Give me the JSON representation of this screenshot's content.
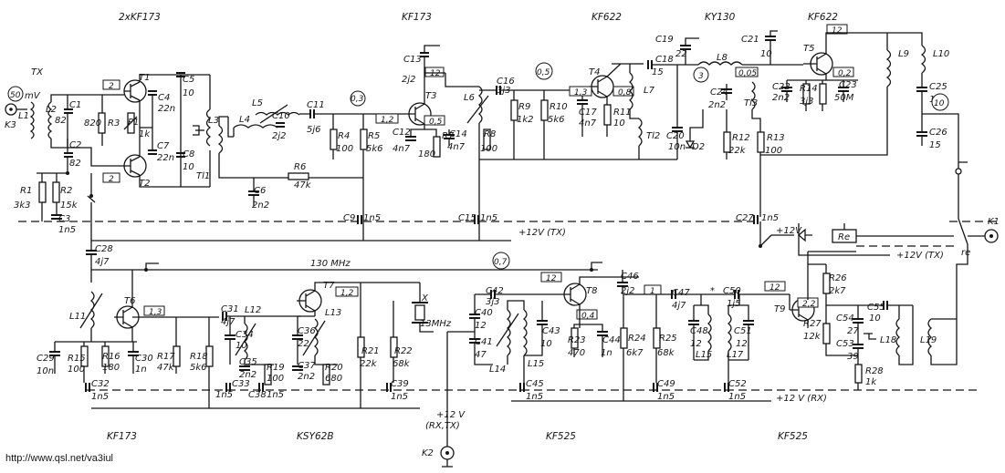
{
  "header": {
    "stage_titles": [
      "2xKF173",
      "KF173",
      "KF622",
      "KY130",
      "KF622",
      "KF173",
      "KSY62B",
      "KF525",
      "KF525"
    ]
  },
  "labels": {
    "tx": "TX",
    "mv": "mV",
    "lo_freq": "130 MHz",
    "crystal_freq": "13MHz",
    "rail_tx": "+12V (TX)",
    "rail_tx_right": "+12V (TX)",
    "rail_rx": "+12 V (RX)",
    "rail_common": "+12 V",
    "rail_common_sub": "(RX,TX)",
    "relay": "Re",
    "relay_contact": "re",
    "rail_small": "+12V"
  },
  "connectors": [
    "K1",
    "K2",
    "K3"
  ],
  "transistors": [
    "T1",
    "T2",
    "T3",
    "T4",
    "T5",
    "T6",
    "T7",
    "T8",
    "T9"
  ],
  "crystal": "X",
  "diode": "D2",
  "resistors": [
    {
      "ref": "R1",
      "value": "3k3"
    },
    {
      "ref": "R2",
      "value": "15k"
    },
    {
      "ref": "R3",
      "value": "820"
    },
    {
      "ref": "P1",
      "value": "1k"
    },
    {
      "ref": "R4",
      "value": "100"
    },
    {
      "ref": "R5",
      "value": "5k6"
    },
    {
      "ref": "R6",
      "value": "47k"
    },
    {
      "ref": "R7",
      "value": "180"
    },
    {
      "ref": "R8",
      "value": "100"
    },
    {
      "ref": "R9",
      "value": "1k2"
    },
    {
      "ref": "R10",
      "value": "5k6"
    },
    {
      "ref": "R11",
      "value": "10"
    },
    {
      "ref": "R12",
      "value": "22k"
    },
    {
      "ref": "R13",
      "value": "100"
    },
    {
      "ref": "R14",
      "value": "3j3"
    },
    {
      "ref": "R15",
      "value": "100"
    },
    {
      "ref": "R16",
      "value": "180"
    },
    {
      "ref": "R17",
      "value": "47k"
    },
    {
      "ref": "R18",
      "value": "5k6"
    },
    {
      "ref": "R19",
      "value": "100"
    },
    {
      "ref": "R20",
      "value": "680"
    },
    {
      "ref": "R21",
      "value": "22k"
    },
    {
      "ref": "R22",
      "value": "68k"
    },
    {
      "ref": "R23",
      "value": "470"
    },
    {
      "ref": "R24",
      "value": "6k7"
    },
    {
      "ref": "R25",
      "value": "68k"
    },
    {
      "ref": "R26",
      "value": "2k7"
    },
    {
      "ref": "R27",
      "value": "12k"
    },
    {
      "ref": "R28",
      "value": "1k"
    }
  ],
  "capacitors": [
    {
      "ref": "C1",
      "value": "82"
    },
    {
      "ref": "C2",
      "value": "82"
    },
    {
      "ref": "C3",
      "value": "1n5"
    },
    {
      "ref": "C4",
      "value": "22n"
    },
    {
      "ref": "C5",
      "value": "10"
    },
    {
      "ref": "C6",
      "value": "2n2"
    },
    {
      "ref": "C7",
      "value": "22n"
    },
    {
      "ref": "C8",
      "value": "10"
    },
    {
      "ref": "C9",
      "value": "1n5"
    },
    {
      "ref": "C10",
      "value": "2j2"
    },
    {
      "ref": "C11",
      "value": "5j6"
    },
    {
      "ref": "C12",
      "value": "4n7"
    },
    {
      "ref": "C13",
      "value": "2j2"
    },
    {
      "ref": "C14",
      "value": "4n7"
    },
    {
      "ref": "C15",
      "value": "1n5"
    },
    {
      "ref": "C16",
      "value": "3j3"
    },
    {
      "ref": "C17",
      "value": "4n7"
    },
    {
      "ref": "C18",
      "value": "15"
    },
    {
      "ref": "C19",
      "value": "22"
    },
    {
      "ref": "C20",
      "value": "10n"
    },
    {
      "ref": "C21",
      "value": "10"
    },
    {
      "ref": "C22",
      "value": "2n2"
    },
    {
      "ref": "C23",
      "value": "50M"
    },
    {
      "ref": "C24",
      "value": "2n2"
    },
    {
      "ref": "C25",
      "value": "18"
    },
    {
      "ref": "C26",
      "value": "15"
    },
    {
      "ref": "C27",
      "value": "1n5"
    },
    {
      "ref": "C28",
      "value": "4j7"
    },
    {
      "ref": "C29",
      "value": "10n"
    },
    {
      "ref": "C30",
      "value": "1n"
    },
    {
      "ref": "C31",
      "value": "4j7"
    },
    {
      "ref": "C32",
      "value": "1n5"
    },
    {
      "ref": "C33",
      "value": "1n5"
    },
    {
      "ref": "C34",
      "value": "10"
    },
    {
      "ref": "C35",
      "value": "2n2"
    },
    {
      "ref": "C36",
      "value": "22"
    },
    {
      "ref": "C37",
      "value": "2n2"
    },
    {
      "ref": "C38",
      "value": "1n5"
    },
    {
      "ref": "C39",
      "value": "1n5"
    },
    {
      "ref": "C40",
      "value": "12"
    },
    {
      "ref": "C41",
      "value": "47"
    },
    {
      "ref": "C42",
      "value": "3j3"
    },
    {
      "ref": "C43",
      "value": "10"
    },
    {
      "ref": "C44",
      "value": "1n"
    },
    {
      "ref": "C45",
      "value": "1n5"
    },
    {
      "ref": "C46",
      "value": "2j2"
    },
    {
      "ref": "C47",
      "value": "4j7"
    },
    {
      "ref": "C48",
      "value": "12"
    },
    {
      "ref": "C49",
      "value": "1n5"
    },
    {
      "ref": "C50",
      "value": "1j5"
    },
    {
      "ref": "C51",
      "value": "12"
    },
    {
      "ref": "C52",
      "value": "1n5"
    },
    {
      "ref": "C53",
      "value": "39"
    },
    {
      "ref": "C54",
      "value": "27"
    },
    {
      "ref": "C55",
      "value": "10"
    }
  ],
  "inductors": [
    "L1",
    "L2",
    "L3",
    "L4",
    "L5",
    "L6",
    "L7",
    "L8",
    "L9",
    "L10",
    "L11",
    "L12",
    "L13",
    "L14",
    "L15",
    "L17",
    "L18",
    "L19"
  ],
  "transformers": [
    "Tl1",
    "Tl2",
    "Tl3"
  ],
  "voltage_boxes": [
    "2",
    "2",
    "12",
    "1,2",
    "0,5",
    "1,3",
    "0,8",
    "0,05",
    "12",
    "0,2",
    "1,3",
    "1,2",
    "12",
    "0,4",
    "1",
    "12",
    "2,2"
  ],
  "voltage_circles": [
    "50",
    "0,3",
    "0,5",
    "3",
    "10",
    "0,7"
  ],
  "footer": {
    "url": "http://www.qsl.net/va3iul"
  }
}
